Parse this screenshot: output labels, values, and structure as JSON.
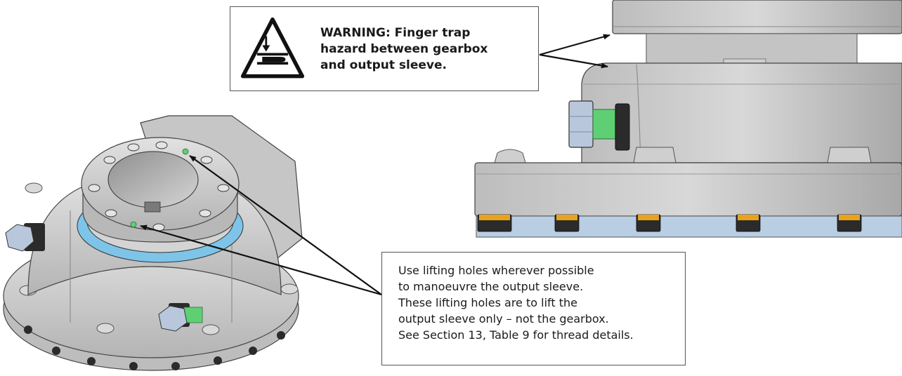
{
  "warning": {
    "lines": [
      "WARNING: Finger trap",
      "hazard between gearbox",
      "and output sleeve."
    ],
    "icon": "finger-trap-hazard-icon"
  },
  "lifting_note": {
    "lines": [
      "Use lifting holes wherever possible",
      "to manoeuvre the output sleeve.",
      "These lifting holes are to lift the",
      "output sleeve only – not the gearbox.",
      "See Section 13, Table 9 for thread details."
    ]
  },
  "colors": {
    "metal": "#c9c9c9",
    "metal_dark": "#9a9a9a",
    "bolt_green": "#5fcf73",
    "bearing_blue": "#7ec4e8",
    "base_blue": "#b9cde3",
    "bolt_orange": "#e8a31c",
    "outline": "#333333"
  }
}
